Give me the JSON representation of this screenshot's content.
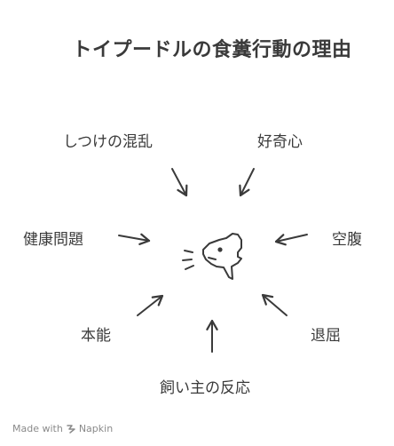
{
  "title": "トイプードルの食糞行動の理由",
  "causes": {
    "shitsuke": "しつけの混乱",
    "koukishin": "好奇心",
    "kenkou": "健康問題",
    "kuufuku": "空腹",
    "honnou": "本能",
    "taikutsu": "退屈",
    "kainushi": "飼い主の反応"
  },
  "footer": {
    "made_with": "Made with",
    "brand": "Napkin"
  },
  "colors": {
    "text": "#3a3a3a",
    "arrow": "#3a3a3a",
    "footer": "#8a8a8a"
  },
  "center_icon": "dog-head-icon"
}
